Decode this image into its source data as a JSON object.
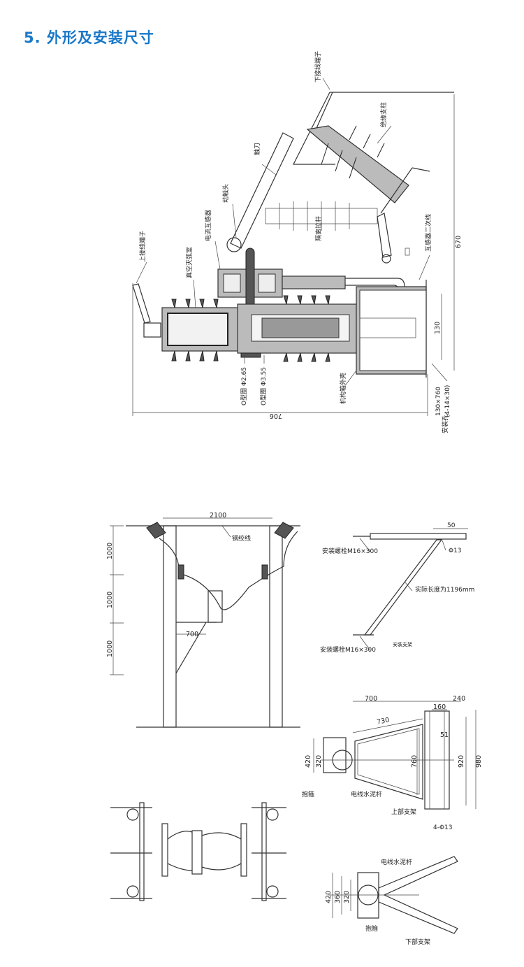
{
  "title": "5. 外形及安装尺寸",
  "main_diagram": {
    "labels": {
      "lower_terminal": "下接线端子",
      "insulating_post": "绝缘支柱",
      "blade": "触刀",
      "moving_contact": "动触头",
      "current_transformer": "电流互感器",
      "isolating_rod": "隔离拉杆",
      "transformer_secondary": "互感器二次线",
      "upper_terminal": "上接线端子",
      "vacuum_chamber": "真空灭弧室",
      "oring_1": "O型圈 Φ2.65",
      "oring_2": "O型圈 Φ3.55",
      "mechanism_housing": "机构箱外壳",
      "mount_hole_label": "安装孔",
      "mount_hole_top": "130×760",
      "mount_hole_bottom": "(4-14×30)"
    },
    "dims": {
      "height": "670",
      "hole_spacing": "130",
      "width": "706"
    }
  },
  "pole_diagram": {
    "span": "2100",
    "steel_wire": "钢绞线",
    "vertical_dims": [
      "1000",
      "1000",
      "1000"
    ],
    "bracket_length": "700"
  },
  "mount_bracket": {
    "bolt_top": "安装螺栓M16×300",
    "bolt_bottom": "安装螺栓M16×300",
    "dim_50": "50",
    "hole": "Φ13",
    "actual_length": "实际长度为1196mm",
    "caption": "安装支架"
  },
  "upper_bracket": {
    "dims": {
      "d700": "700",
      "d240": "240",
      "d160": "160",
      "d730": "730",
      "d51": "51",
      "d420": "420",
      "d320": "320",
      "d760": "760",
      "d920": "920",
      "d980": "980"
    },
    "clamp": "抱箍",
    "pole": "电线水泥杆",
    "caption": "上部支架",
    "holes": "4-Φ13"
  },
  "lower_bracket": {
    "pole": "电线水泥杆",
    "dims": {
      "d420": "420",
      "d360": "360",
      "d320": "320"
    },
    "clamp": "抱箍",
    "caption": "下部支架"
  }
}
